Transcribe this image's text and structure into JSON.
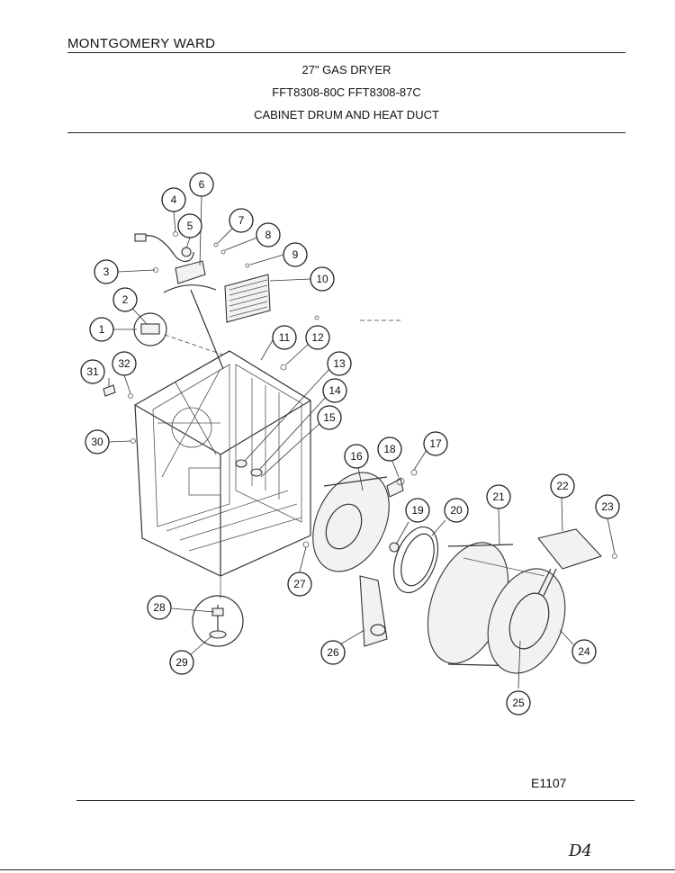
{
  "header": {
    "brand": "MONTGOMERY WARD",
    "product": "27\" GAS DRYER",
    "models": "FFT8308-80C  FFT8308-87C",
    "section": "CABINET DRUM AND HEAT DUCT"
  },
  "footer": {
    "code": "E1107",
    "handwritten_mark": "D4"
  },
  "callouts": [
    "1",
    "2",
    "3",
    "4",
    "5",
    "6",
    "7",
    "8",
    "9",
    "10",
    "11",
    "12",
    "13",
    "14",
    "15",
    "16",
    "17",
    "18",
    "19",
    "20",
    "21",
    "22",
    "23",
    "24",
    "25",
    "26",
    "27",
    "28",
    "29",
    "30",
    "31",
    "32"
  ]
}
